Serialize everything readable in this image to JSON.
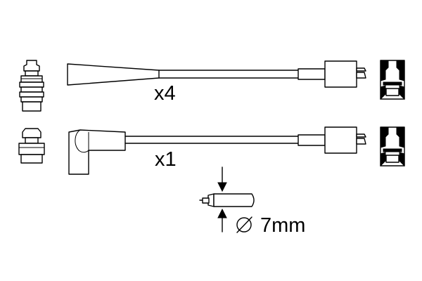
{
  "labels": {
    "quantity_top": "x4",
    "quantity_bottom": "x1",
    "diameter": "7mm"
  },
  "icons": {
    "diameter_symbol": "diameter-symbol-icon"
  },
  "colors": {
    "line": "#000000",
    "background": "#ffffff"
  }
}
